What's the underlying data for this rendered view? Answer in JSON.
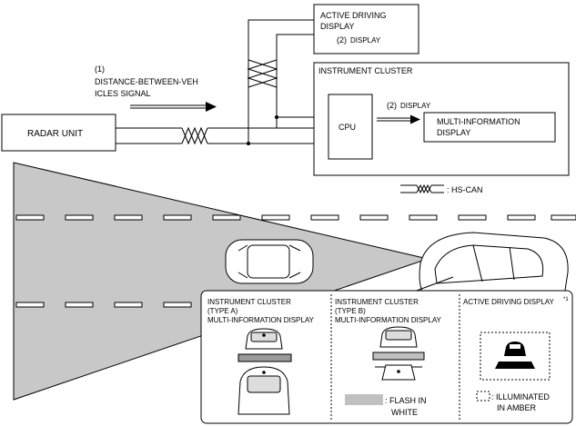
{
  "signal": {
    "number": "(1)",
    "line1": "DISTANCE-BETWEEN-VEH",
    "line2": "ICLES SIGNAL"
  },
  "radar_unit": {
    "label": "RADAR UNIT"
  },
  "active_display": {
    "line1": "ACTIVE DRIVING",
    "line2": "DISPLAY",
    "signal_num": "(2)",
    "signal_label": "DISPLAY"
  },
  "instrument_cluster": {
    "title": "INSTRUMENT CLUSTER",
    "cpu_label": "CPU",
    "signal_num": "(2)",
    "signal_label": "DISPLAY",
    "mid_line1": "MULTI-INFORMATION",
    "mid_line2": "DISPLAY"
  },
  "legend": {
    "hs_can": ": HS-CAN"
  },
  "callout": {
    "col_a": {
      "line1": "INSTRUMENT CLUSTER",
      "line2": "(TYPE A)",
      "line3": "MULTI-INFORMATION DISPLAY"
    },
    "col_b": {
      "line1": "INSTRUMENT CLUSTER",
      "line2": "(TYPE B)",
      "line3": "MULTI-INFORMATION DISPLAY",
      "flash_line1": ": FLASH IN",
      "flash_line2": "WHITE"
    },
    "col_c": {
      "title": "ACTIVE DRIVING DISPLAY",
      "note": "*1",
      "illum_line1": ": ILLUMINATED",
      "illum_line2": "IN AMBER"
    }
  },
  "colors": {
    "radar_beam": "#c8c8c8",
    "flash_gray": "#c0c0c0",
    "amber_frame": "#000000"
  }
}
